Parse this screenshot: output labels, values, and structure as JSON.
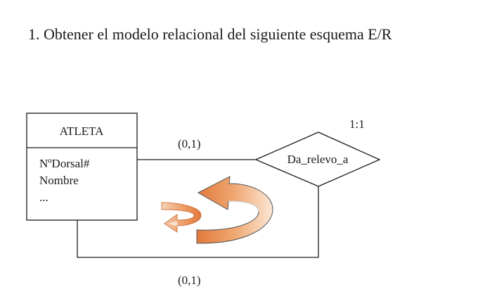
{
  "heading": "1. Obtener el modelo relacional del siguiente esquema E/R",
  "entity": {
    "name": "ATLETA",
    "attributes": [
      "NºDorsal#",
      "Nombre",
      "..."
    ]
  },
  "relationship": {
    "name": "Da_relevo_a",
    "cardinality": "1:1"
  },
  "participation": {
    "top": "(0,1)",
    "bottom": "(0,1)"
  },
  "colors": {
    "line": "#1a1a1a",
    "arrow_light": "#f6d3b6",
    "arrow_dark": "#e2783a"
  },
  "icons": [
    "recursive-arrow-small-icon",
    "recursive-arrow-large-icon"
  ]
}
